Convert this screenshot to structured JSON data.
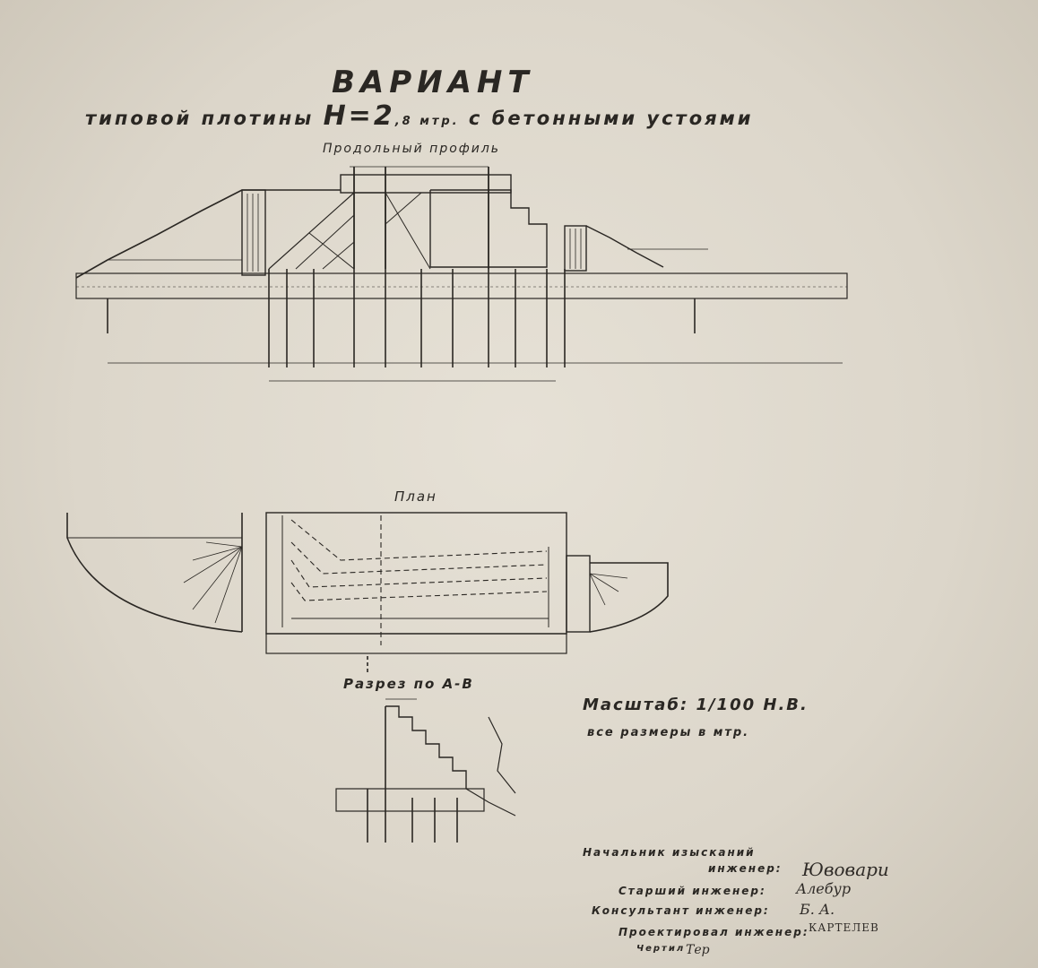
{
  "title": {
    "line1": "ВАРИАНТ",
    "line2_pre": "типовой плотины ",
    "line2_h": "H=2",
    "line2_sub": ",8 мтр.",
    "line2_post": " с бетонными устоями"
  },
  "views": {
    "profile": "Продольный профиль",
    "plan": "План",
    "section": "Разрез по А-В"
  },
  "scale": {
    "label": "Масштаб: 1/100 Н.В.",
    "note": "все размеры в мтр."
  },
  "signatures": {
    "chief_line1": "Начальник изысканий",
    "chief_line2": "инженер:",
    "senior": "Старший инженер:",
    "consultant": "Консультант инженер:",
    "designer": "Проектировал инженер:",
    "drafter": "Чертил",
    "chief_sign": "Ювовари",
    "senior_sign": "Алебур",
    "consultant_sign": "Б. А.",
    "designer_name": "КАРТЕЛЕВ",
    "drafter_sign": "Тер"
  }
}
